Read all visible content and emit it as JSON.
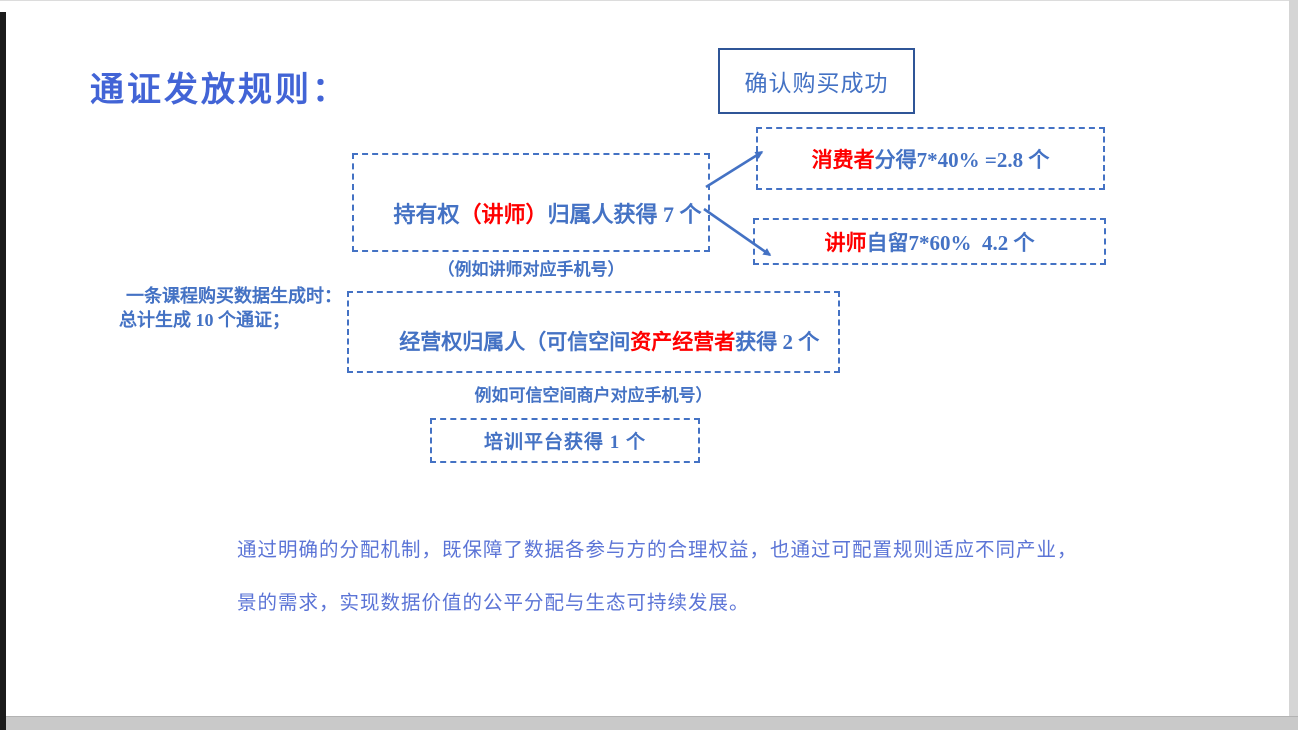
{
  "slide": {
    "title": "通证发放规则：",
    "left_note": {
      "line1": "一条课程购买数据生成时：",
      "line2": "总计生成 10 个通证；"
    },
    "confirm_box": {
      "label": "确认购买成功"
    },
    "holder_box": {
      "pre": "持有权",
      "highlight": "（讲师）",
      "post": "归属人获得 7 个",
      "note": "（例如讲师对应手机号）"
    },
    "consumer_box": {
      "highlight": "消费者",
      "rest": "分得7*40% =2.8 个"
    },
    "lecturer_box": {
      "highlight": "讲师",
      "rest": "自留7*60%  4.2 个"
    },
    "operator_box": {
      "pre": "经营权归属人（可信空间",
      "highlight": "资产经营者",
      "post": "获得 2 个",
      "note": "例如可信空间商户对应手机号）"
    },
    "platform_box": {
      "label": "培训平台获得 1 个"
    },
    "summary": {
      "line1": "通过明确的分配机制，既保障了数据各参与方的合理权益，也通过可配置规则适应不同产业，",
      "line2": "景的需求，实现数据价值的公平分配与生态可持续发展。"
    },
    "colors": {
      "accent_blue": "#4472C4",
      "title_blue": "#4264D6",
      "solid_border_blue": "#2F5597",
      "highlight_red": "#FF0000",
      "summary_blue": "#5B74D6"
    }
  }
}
